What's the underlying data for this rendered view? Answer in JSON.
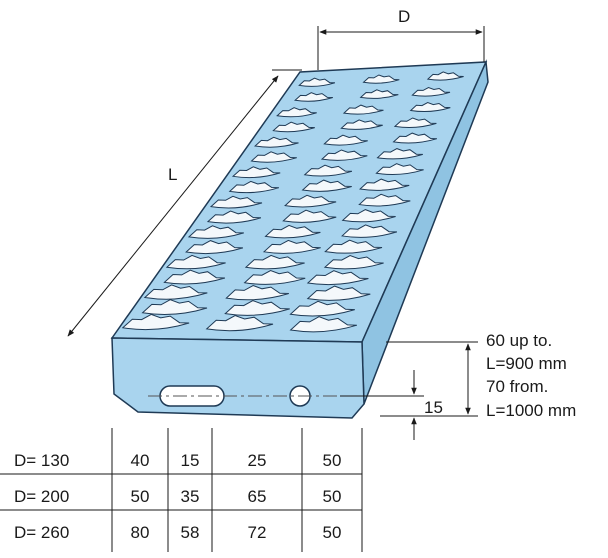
{
  "dimensions": {
    "width_label": "D",
    "length_label": "L",
    "small_dim": "15"
  },
  "height_note": [
    "60 up to.",
    "L=900 mm",
    "70 from.",
    "L=1000 mm"
  ],
  "table": {
    "rows": [
      [
        "D= 130",
        "40",
        "15",
        "25",
        "50"
      ],
      [
        "D= 200",
        "50",
        "35",
        "65",
        "50"
      ],
      [
        "D= 260",
        "80",
        "58",
        "72",
        "50"
      ]
    ]
  },
  "colors": {
    "plate": "#a9d4ee",
    "plate_side": "#8fc3e2",
    "edge": "#1f3a55",
    "perforation": "#f4f8fb"
  },
  "perforation_rows": 17,
  "perforations_per_row": 3
}
